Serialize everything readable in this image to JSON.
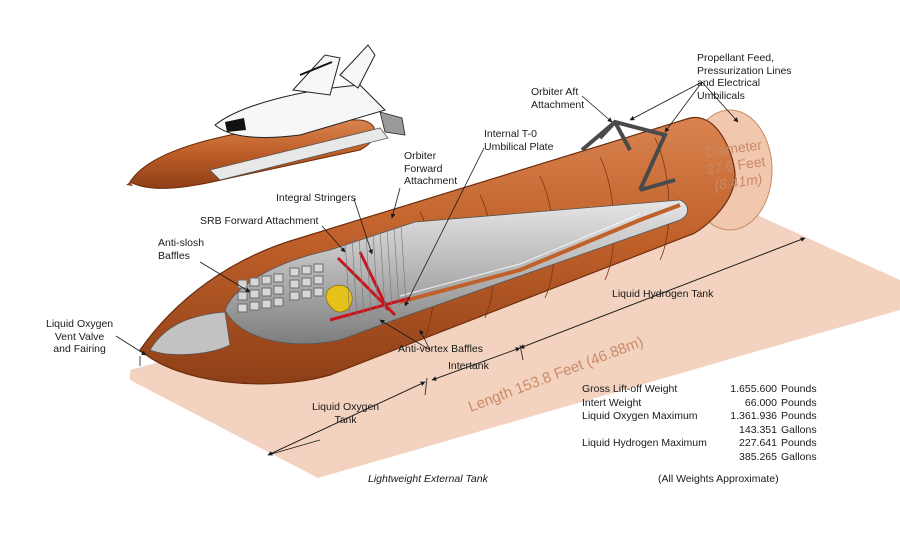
{
  "labels": {
    "lox_vent": [
      "Liquid Oxygen",
      "Vent Valve",
      "and Fairing"
    ],
    "anti_slosh": [
      "Anti-slosh",
      "Baffles"
    ],
    "srb_forward": "SRB Forward Attachment",
    "integral_stringers": "Integral Stringers",
    "orbiter_forward": [
      "Orbiter",
      "Forward",
      "Attachment"
    ],
    "internal_t0": [
      "Internal T-0",
      "Umbilical Plate"
    ],
    "orbiter_aft": [
      "Orbiter Aft",
      "Attachment"
    ],
    "propellant_feed": [
      "Propellant Feed,",
      "Pressurization Lines",
      "and Electrical",
      "Umbilicals"
    ],
    "diameter": [
      "Diameter",
      "27.6 Feet",
      "(8.41m)"
    ],
    "lh2_tank": "Liquid Hydrogen Tank",
    "anti_vortex": "Anti-vortex Baffles",
    "intertank": "Intertank",
    "lox_tank": [
      "Liquid Oxygen",
      "Tank"
    ],
    "length": "Length 153.8 Feet (46.88m)",
    "caption": "Lightweight External Tank",
    "approx_note": "(All Weights Approximate)"
  },
  "stats": [
    {
      "label": "Gross Lift-off Weight",
      "value": "1.655.600",
      "unit": "Pounds"
    },
    {
      "label": "Intert Weight",
      "value": "66.000",
      "unit": "Pounds"
    },
    {
      "label": "Liquid Oxygen Maximum",
      "value": "1.361.936",
      "unit": "Pounds"
    },
    {
      "label": "",
      "value": "143.351",
      "unit": "Gallons"
    },
    {
      "label": "Liquid Hydrogen Maximum",
      "value": "227.641",
      "unit": "Pounds"
    },
    {
      "label": "",
      "value": "385.265",
      "unit": "Gallons"
    }
  ],
  "colors": {
    "tank_orange": "#c0602a",
    "tank_dark": "#8e3f17",
    "tank_light": "#d9844f",
    "shadow_band": "#f3d3bf",
    "dimension_text": "#c98a66",
    "interior_gray": "#a9a9a9",
    "structure_red": "#c8161d",
    "fuel_yellow": "#e4c21a"
  }
}
